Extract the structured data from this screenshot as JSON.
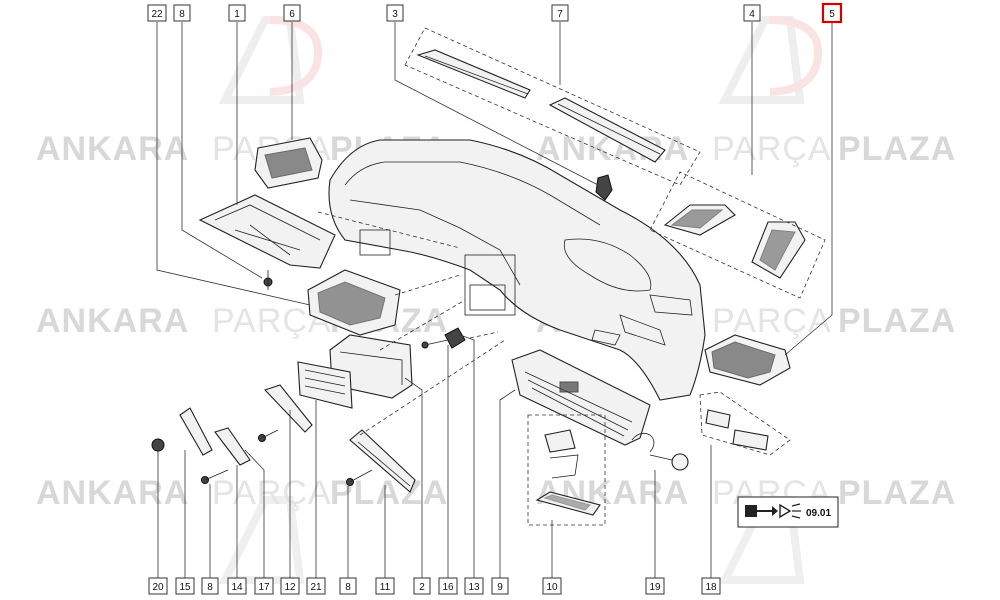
{
  "watermark": {
    "brand_bold_1": "ANKARA",
    "brand_light": "PARÇA",
    "brand_bold_2": "PLAZA"
  },
  "callouts_top": [
    "22",
    "8",
    "1",
    "6",
    "3",
    "7",
    "4",
    "5"
  ],
  "callouts_bottom": [
    "20",
    "15",
    "8",
    "14",
    "17",
    "12",
    "21",
    "8",
    "11",
    "2",
    "16",
    "13",
    "9",
    "10",
    "19",
    "18"
  ],
  "highlighted_callout": "5",
  "legend": {
    "code": "09.01"
  },
  "colors": {
    "highlight": "#d40000",
    "watermark": "#d8d8d8"
  }
}
